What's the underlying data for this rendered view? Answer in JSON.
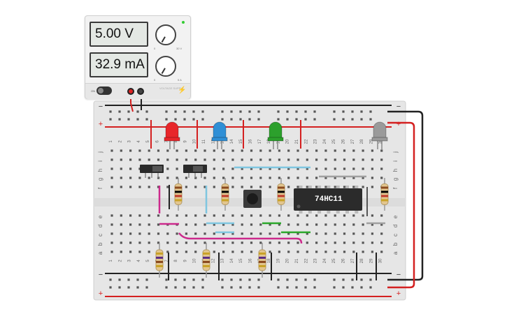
{
  "power_supply": {
    "voltage_display": "5.00 V",
    "current_display": "32.9 mA",
    "on_label": "ON",
    "voltage_knob_min": "0",
    "voltage_knob_max": "30 V",
    "current_knob_min": "0",
    "current_knob_max": "5 A",
    "brand_text": "VOLTAGE SUPPLY",
    "indicator_color": "#33cc33"
  },
  "breadboard": {
    "column_numbers": [
      "1",
      "2",
      "3",
      "4",
      "5",
      "6",
      "7",
      "8",
      "9",
      "10",
      "11",
      "12",
      "13",
      "14",
      "15",
      "16",
      "17",
      "18",
      "19",
      "20",
      "21",
      "22",
      "23",
      "24",
      "25",
      "26",
      "27",
      "28",
      "29",
      "30"
    ],
    "row_letters_top": [
      "j",
      "i",
      "h",
      "g",
      "f"
    ],
    "row_letters_bottom": [
      "e",
      "d",
      "c",
      "b",
      "a"
    ],
    "rail_minus": "−",
    "rail_plus": "+"
  },
  "chip": {
    "label": "74HC11"
  },
  "leds": [
    {
      "name": "red",
      "color": "#e8262a"
    },
    {
      "name": "blue",
      "color": "#2f8fd6"
    },
    {
      "name": "green",
      "color": "#2ca02c"
    },
    {
      "name": "gray",
      "color": "#9a9a9a"
    }
  ],
  "colors": {
    "board": "#e6e6e6",
    "rail_red": "#d42020",
    "rail_black": "#222222",
    "wire_red": "#d42020",
    "wire_black": "#222222",
    "wire_magenta": "#cc2a8c",
    "wire_lightblue": "#7fc6e0",
    "wire_green": "#2aa82a",
    "wire_gray": "#a0a0a0"
  }
}
